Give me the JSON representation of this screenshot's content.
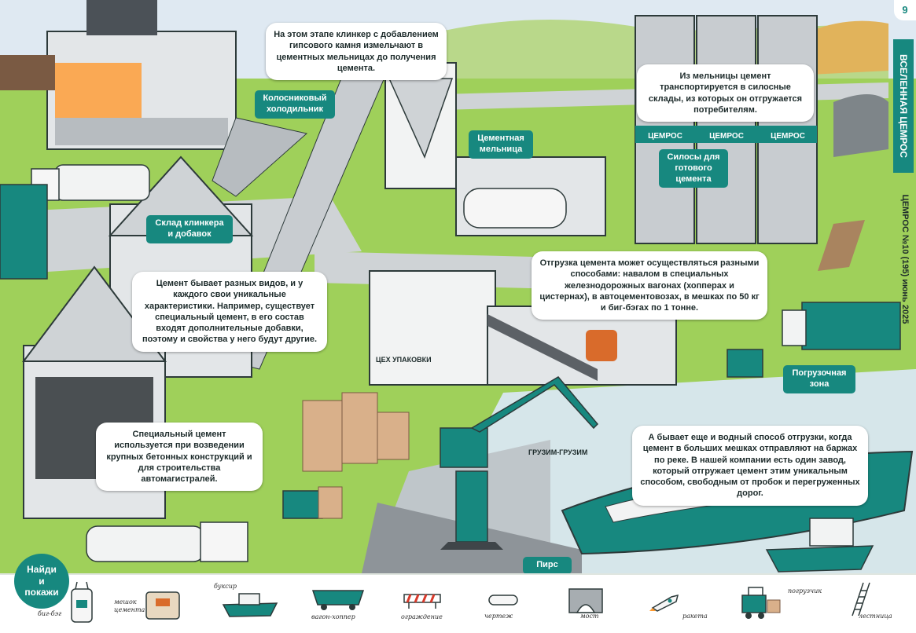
{
  "page_number": "9",
  "side_banner": "ВСЕЛЕННАЯ ЦЕМРОС",
  "side_issue": "ЦЕМРОС №10 (195) июнь 2025",
  "brand": "ЦЕМРОС",
  "callouts": {
    "grinding": "На этом этапе клинкер с добавлением гипсового камня измельчают в цементных мельницах до получения цемента.",
    "silos_transport": "Из мельницы цемент транспортируется в силосные склады, из которых он отгружается потребителям.",
    "cement_types": "Цемент бывает разных видов, и у каждого свои уникальные характеристики. Например, существует специальный цемент, в его состав входят дополнительные добавки, поэтому и свойства у него будут другие.",
    "shipping": "Отгрузка цемента может осуществляться разными способами: навалом в специальных железнодорожных вагонах (хопперах и цистернах), в автоцементовозах, в мешках по 50 кг и биг-бэгах по 1 тонне.",
    "special_use": "Специальный цемент используется при возведении крупных бетонных конструкций и для строительства автомагистралей.",
    "water": "А бывает еще и водный способ отгрузки, когда цемент в больших мешках отправляют на баржах по реке. В нашей компании есть один завод, который отгружает цемент этим уникальным способом, свободным от пробок и перегруженных дорог."
  },
  "tags": {
    "cooler": "Колосниковый холодильник",
    "mill": "Цементная мельница",
    "silos": "Силосы для готового цемента",
    "clinker": "Склад клинкера и добавок",
    "loading": "Погрузочная зона",
    "pier": "Пирс"
  },
  "labels": {
    "packing": "ЦЕХ УПАКОВКИ",
    "gruzim": "ГРУЗИМ-ГРУЗИМ"
  },
  "find_and_show": [
    "Найди",
    "и",
    "покажи"
  ],
  "legend": [
    {
      "label": "биг-бэг",
      "icon": "big-bag-icon"
    },
    {
      "label": "мешок цемента",
      "icon": "cement-bag-icon"
    },
    {
      "label": "буксир",
      "icon": "tugboat-icon"
    },
    {
      "label": "вагон-хоппер",
      "icon": "hopper-car-icon"
    },
    {
      "label": "ограждение",
      "icon": "barrier-icon"
    },
    {
      "label": "чертеж",
      "icon": "blueprint-icon"
    },
    {
      "label": "мост",
      "icon": "bridge-icon"
    },
    {
      "label": "ракета",
      "icon": "rocket-icon"
    },
    {
      "label": "погрузчик",
      "icon": "forklift-icon"
    },
    {
      "label": "лестница",
      "icon": "ladder-icon"
    }
  ],
  "colors": {
    "teal": "#17887f",
    "grass": "#9fd05a",
    "sky": "#dfe9f2",
    "concrete": "#c8ccd0"
  }
}
